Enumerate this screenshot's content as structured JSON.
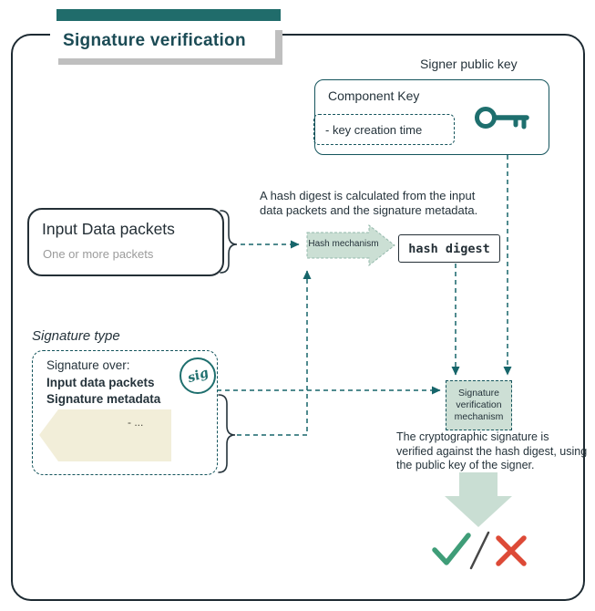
{
  "title": "Signature verification",
  "signer": {
    "label": "Signer public key",
    "component_key_title": "Component Key",
    "key_attribute": "- key creation time",
    "key_icon": "key-icon"
  },
  "hash_flow": {
    "note": "A hash digest is calculated from the input data packets and the signature metadata.",
    "input_title": "Input Data packets",
    "input_subtitle": "One or more packets",
    "mechanism_label": "Hash mechanism",
    "digest_label": "hash digest"
  },
  "signature": {
    "type_label": "Signature type",
    "over_label": "Signature over:",
    "items": [
      "Input data packets",
      "Signature metadata"
    ],
    "metadata_placeholder": "- ...",
    "stamp_label": "sig"
  },
  "verification": {
    "mechanism_label": "Signature verification mechanism",
    "note": "The cryptographic signature is verified against the hash digest, using the public key of the signer."
  },
  "result": {
    "icons": [
      "check-icon",
      "slash-divider",
      "cross-icon"
    ]
  },
  "colors": {
    "dark_border": "#1d2a32",
    "title_teal": "#1b4b55",
    "teal_accent": "#206c6b",
    "dashed_teal": "#16656a",
    "arrow_fill": "#cbdfd4",
    "beige": "#f2eed9",
    "check_green": "#3f9d78",
    "cross_red": "#dd4a37",
    "shadow_gray": "#bfbfbf"
  }
}
